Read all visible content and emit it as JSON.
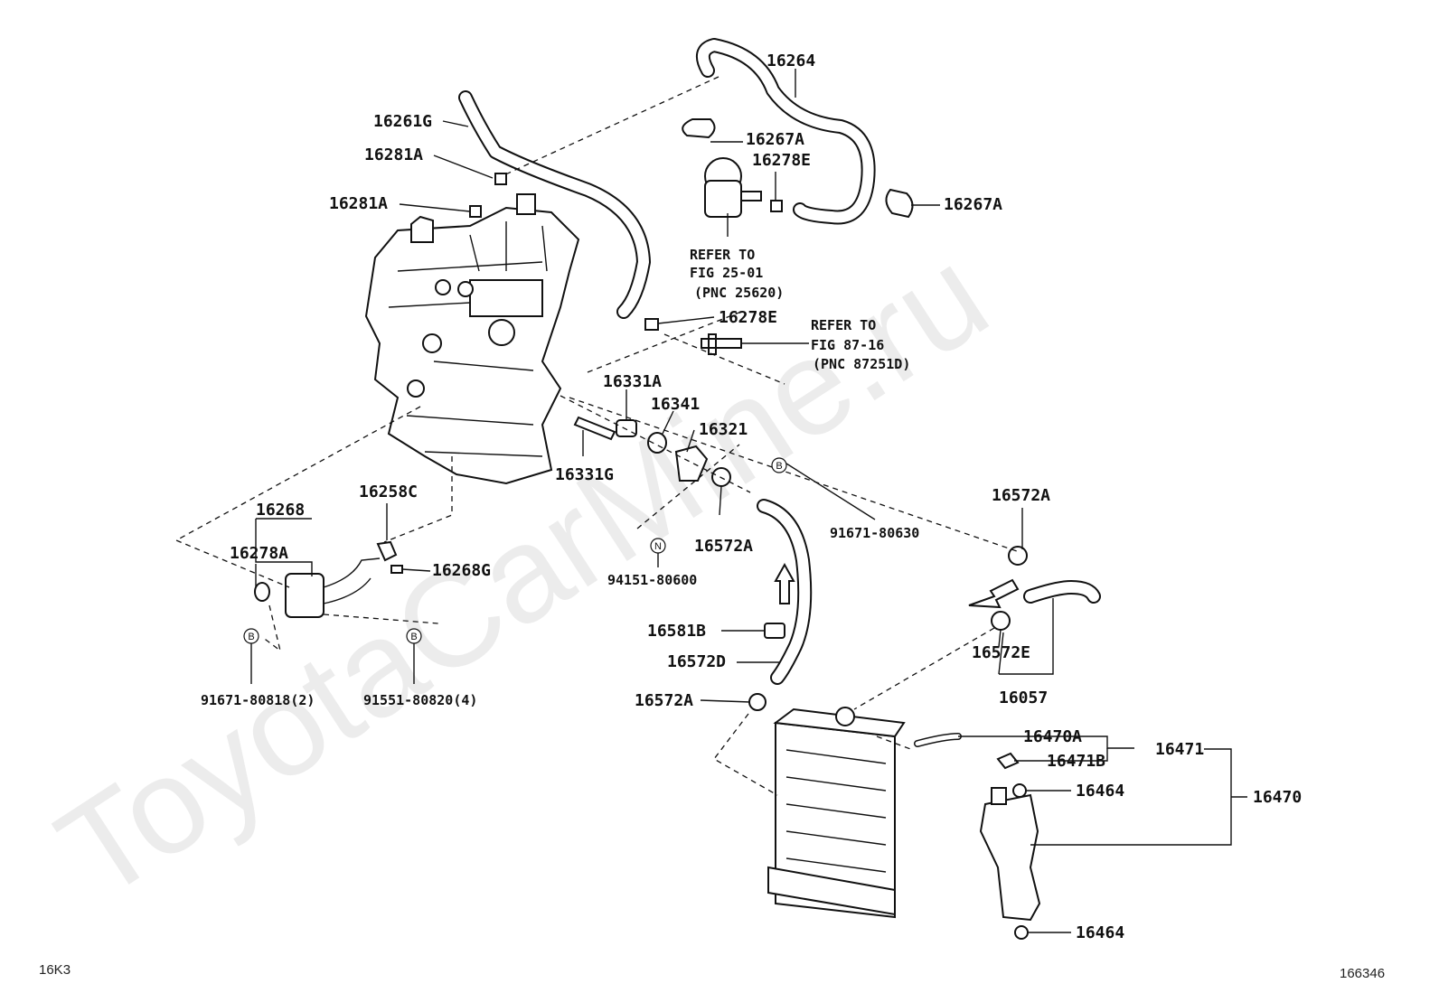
{
  "watermark": "ToyotaCarMine.ru",
  "corner": {
    "left": "16K3",
    "right": "166346"
  },
  "callouts": {
    "p16264": "16264",
    "p16261G": "16261G",
    "p16267A_top": "16267A",
    "p16278E_top": "16278E",
    "p16281A_1": "16281A",
    "p16281A_2": "16281A",
    "p16267A_right": "16267A",
    "p16278E_mid": "16278E",
    "p16331A": "16331A",
    "p16341": "16341",
    "p16321": "16321",
    "p16331G": "16331G",
    "p16258C": "16258C",
    "p16268": "16268",
    "p16278A": "16278A",
    "p16268G": "16268G",
    "p16572A_a": "16572A",
    "p16572A_b": "16572A",
    "p16572A_c": "16572A",
    "p16581B": "16581B",
    "p16572D": "16572D",
    "p16572E": "16572E",
    "p16057": "16057",
    "p16470A": "16470A",
    "p16471B": "16471B",
    "p16471": "16471",
    "p16470": "16470",
    "p16464_a": "16464",
    "p16464_b": "16464",
    "b91671_80630": "91671-80630",
    "b94151_80600": "94151-80600",
    "b91671_80818": "91671-80818(2)",
    "b91551_80820": "91551-80820(4)"
  },
  "refs": {
    "ref1": [
      "REFER TO",
      "FIG 25-01",
      "(PNC 25620)"
    ],
    "ref2": [
      "REFER TO",
      "FIG 87-16",
      "(PNC 87251D)"
    ]
  },
  "symbols": {
    "b": "B",
    "n": "N"
  }
}
